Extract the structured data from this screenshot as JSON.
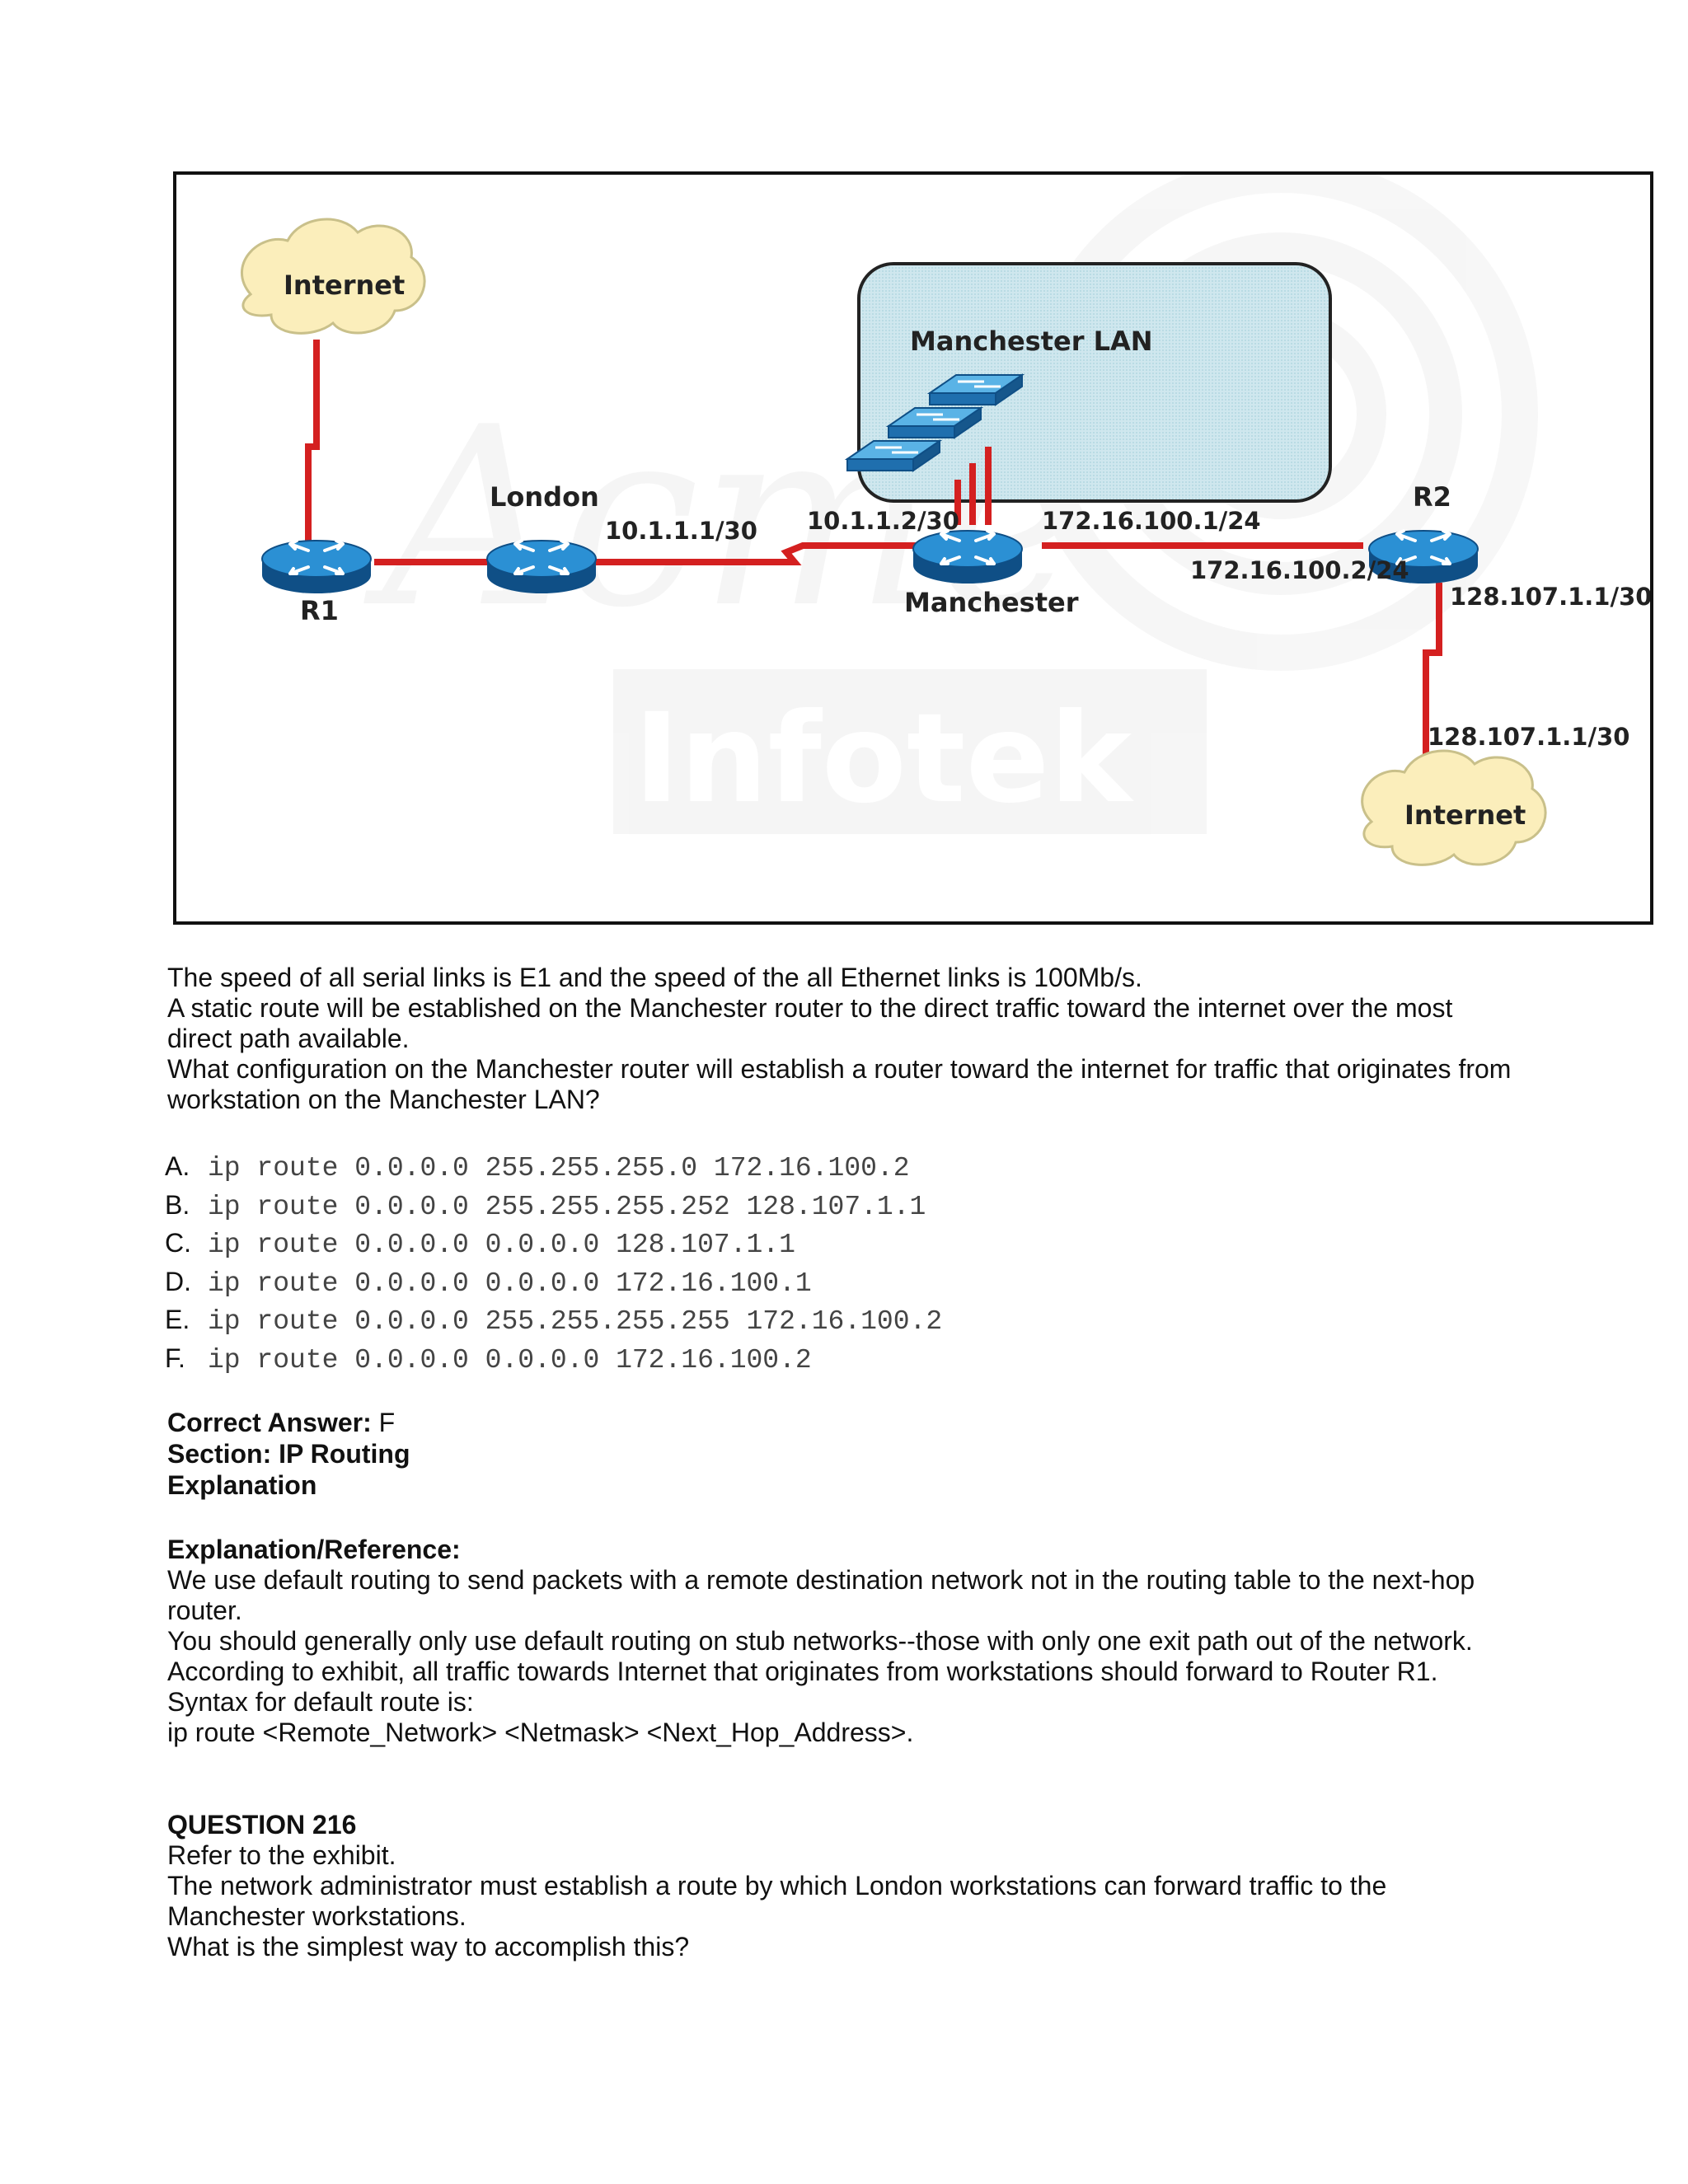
{
  "exhibit": {
    "watermark_text": "Acme Infotek",
    "lan_title": "Manchester LAN",
    "nodes": {
      "internet_top": "Internet",
      "internet_bottom": "Internet",
      "r1": "R1",
      "london": "London",
      "manchester": "Manchester",
      "r2": "R2"
    },
    "ip_labels": {
      "london_serial": "10.1.1.1/30",
      "manchester_serial": "10.1.1.2/30",
      "manchester_eth": "172.16.100.1/24",
      "r2_eth": "172.16.100.2/24",
      "r2_serial": "128.107.1.1/30",
      "internet_serial": "128.107.1.1/30"
    },
    "colors": {
      "link": "#d42020",
      "router": "#1f7fc6",
      "lan_fill": "#cfe7ee",
      "cloud": "#fbeebb"
    }
  },
  "question": {
    "lines": [
      "The speed of all serial links is E1 and the speed of the all Ethernet links is 100Mb/s.",
      "A static route will be established on the Manchester router to the direct traffic toward the internet over the most direct path available.",
      "What configuration on the Manchester router will establish a router toward the internet for traffic that originates from workstation on the Manchester LAN?"
    ]
  },
  "options": [
    {
      "letter": "A.",
      "code": "ip route 0.0.0.0 255.255.255.0 172.16.100.2"
    },
    {
      "letter": "B.",
      "code": "ip route 0.0.0.0 255.255.255.252 128.107.1.1"
    },
    {
      "letter": "C.",
      "code": "ip route 0.0.0.0 0.0.0.0 128.107.1.1"
    },
    {
      "letter": "D.",
      "code": "ip route 0.0.0.0 0.0.0.0 172.16.100.1"
    },
    {
      "letter": "E.",
      "code": "ip route 0.0.0.0 255.255.255.255 172.16.100.2"
    },
    {
      "letter": "F.",
      "code": "ip route 0.0.0.0 0.0.0.0 172.16.100.2"
    }
  ],
  "answer": {
    "correct_label": "Correct Answer:",
    "correct_value": "F",
    "section": "Section: IP Routing",
    "explanation": "Explanation"
  },
  "explanation": {
    "heading": "Explanation/Reference:",
    "lines": [
      "We use default routing to send packets with a remote destination network not in the routing table to the next-hop router.",
      "You should generally only use default routing on stub networks--those with only one exit path out of the network.",
      "According to exhibit, all traffic towards Internet that originates from workstations should forward to Router R1.",
      "Syntax for default route is:",
      "ip route <Remote_Network> <Netmask> <Next_Hop_Address>."
    ]
  },
  "next_question": {
    "title": "QUESTION 216",
    "lines": [
      "Refer to the exhibit.",
      "The network administrator must establish a route by which London workstations can forward traffic to the Manchester workstations.",
      "What is the simplest way to accomplish this?"
    ]
  }
}
